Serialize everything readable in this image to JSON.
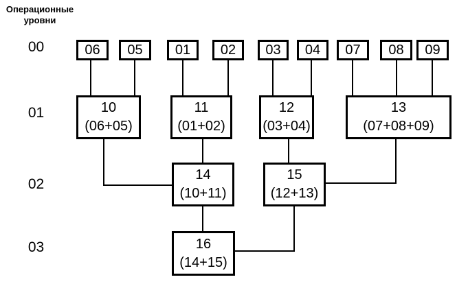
{
  "header": {
    "title_line1": "Операционные",
    "title_line2": "уровни"
  },
  "level_labels": [
    "00",
    "01",
    "02",
    "03"
  ],
  "nodes": {
    "n06": {
      "label": "06"
    },
    "n05": {
      "label": "05"
    },
    "n01": {
      "label": "01"
    },
    "n02": {
      "label": "02"
    },
    "n03": {
      "label": "03"
    },
    "n04": {
      "label": "04"
    },
    "n07": {
      "label": "07"
    },
    "n08": {
      "label": "08"
    },
    "n09": {
      "label": "09"
    },
    "n10": {
      "label": "10",
      "formula": "(06+05)"
    },
    "n11": {
      "label": "11",
      "formula": "(01+02)"
    },
    "n12": {
      "label": "12",
      "formula": "(03+04)"
    },
    "n13": {
      "label": "13",
      "formula": "(07+08+09)"
    },
    "n14": {
      "label": "14",
      "formula": "(10+11)"
    },
    "n15": {
      "label": "15",
      "formula": "(12+13)"
    },
    "n16": {
      "label": "16",
      "formula": "(14+15)"
    }
  },
  "edges": [
    {
      "from": "06",
      "to": "10"
    },
    {
      "from": "05",
      "to": "10"
    },
    {
      "from": "01",
      "to": "11"
    },
    {
      "from": "02",
      "to": "11"
    },
    {
      "from": "03",
      "to": "12"
    },
    {
      "from": "04",
      "to": "12"
    },
    {
      "from": "07",
      "to": "13"
    },
    {
      "from": "08",
      "to": "13"
    },
    {
      "from": "09",
      "to": "13"
    },
    {
      "from": "10",
      "to": "14"
    },
    {
      "from": "11",
      "to": "14"
    },
    {
      "from": "12",
      "to": "15"
    },
    {
      "from": "13",
      "to": "15"
    },
    {
      "from": "14",
      "to": "16"
    },
    {
      "from": "15",
      "to": "16"
    }
  ],
  "colors": {
    "line": "#000000",
    "background": "#ffffff",
    "text": "#000000"
  }
}
